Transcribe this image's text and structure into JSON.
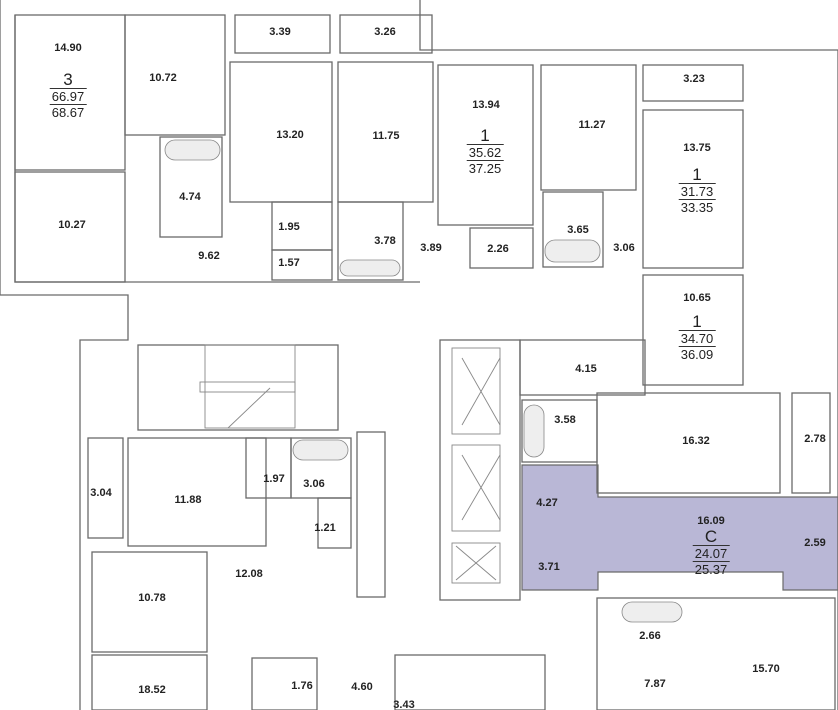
{
  "highlight_color": "#b9b7d6",
  "apartments": [
    {
      "type": "3",
      "living_area": "66.97",
      "total_area": "68.67"
    },
    {
      "type": "1",
      "living_area": "35.62",
      "total_area": "37.25"
    },
    {
      "type": "1",
      "living_area": "31.73",
      "total_area": "33.35"
    },
    {
      "type": "1",
      "living_area": "34.70",
      "total_area": "36.09"
    },
    {
      "type": "С",
      "living_area": "24.07",
      "total_area": "25.37"
    }
  ],
  "rooms": [
    "14.90",
    "10.72",
    "10.27",
    "3.39",
    "3.26",
    "13.20",
    "11.75",
    "4.74",
    "9.62",
    "1.95",
    "1.57",
    "3.78",
    "3.89",
    "13.94",
    "2.26",
    "11.27",
    "3.65",
    "3.06",
    "3.23",
    "13.75",
    "10.65",
    "4.15",
    "3.58",
    "16.32",
    "2.78",
    "4.27",
    "16.09",
    "2.59",
    "3.71",
    "3.04",
    "11.88",
    "1.97",
    "3.06",
    "1.21",
    "12.08",
    "10.78",
    "18.52",
    "1.76",
    "4.60",
    "3.43",
    "2.66",
    "7.87",
    "15.70"
  ]
}
